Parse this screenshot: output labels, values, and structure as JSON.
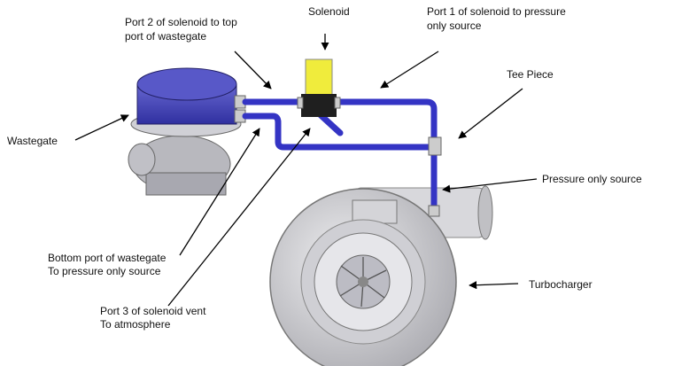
{
  "labels": {
    "solenoid": "Solenoid",
    "port2_line1": "Port 2 of solenoid to top",
    "port2_line2": "port of wastegate",
    "port1_line1": "Port 1 of solenoid to pressure",
    "port1_line2": "only source",
    "tee_piece": "Tee Piece",
    "wastegate": "Wastegate",
    "pressure_source": "Pressure only source",
    "bottom_port_line1": "Bottom port of wastegate",
    "bottom_port_line2": "To pressure only source",
    "port3_line1": "Port 3 of solenoid vent",
    "port3_line2": "To atmosphere",
    "turbocharger": "Turbocharger"
  },
  "colors": {
    "hose": "#3434c4",
    "wastegate_cap": "#4848b8",
    "solenoid": "#f0ec3c",
    "metal": "#c8c8cc"
  }
}
